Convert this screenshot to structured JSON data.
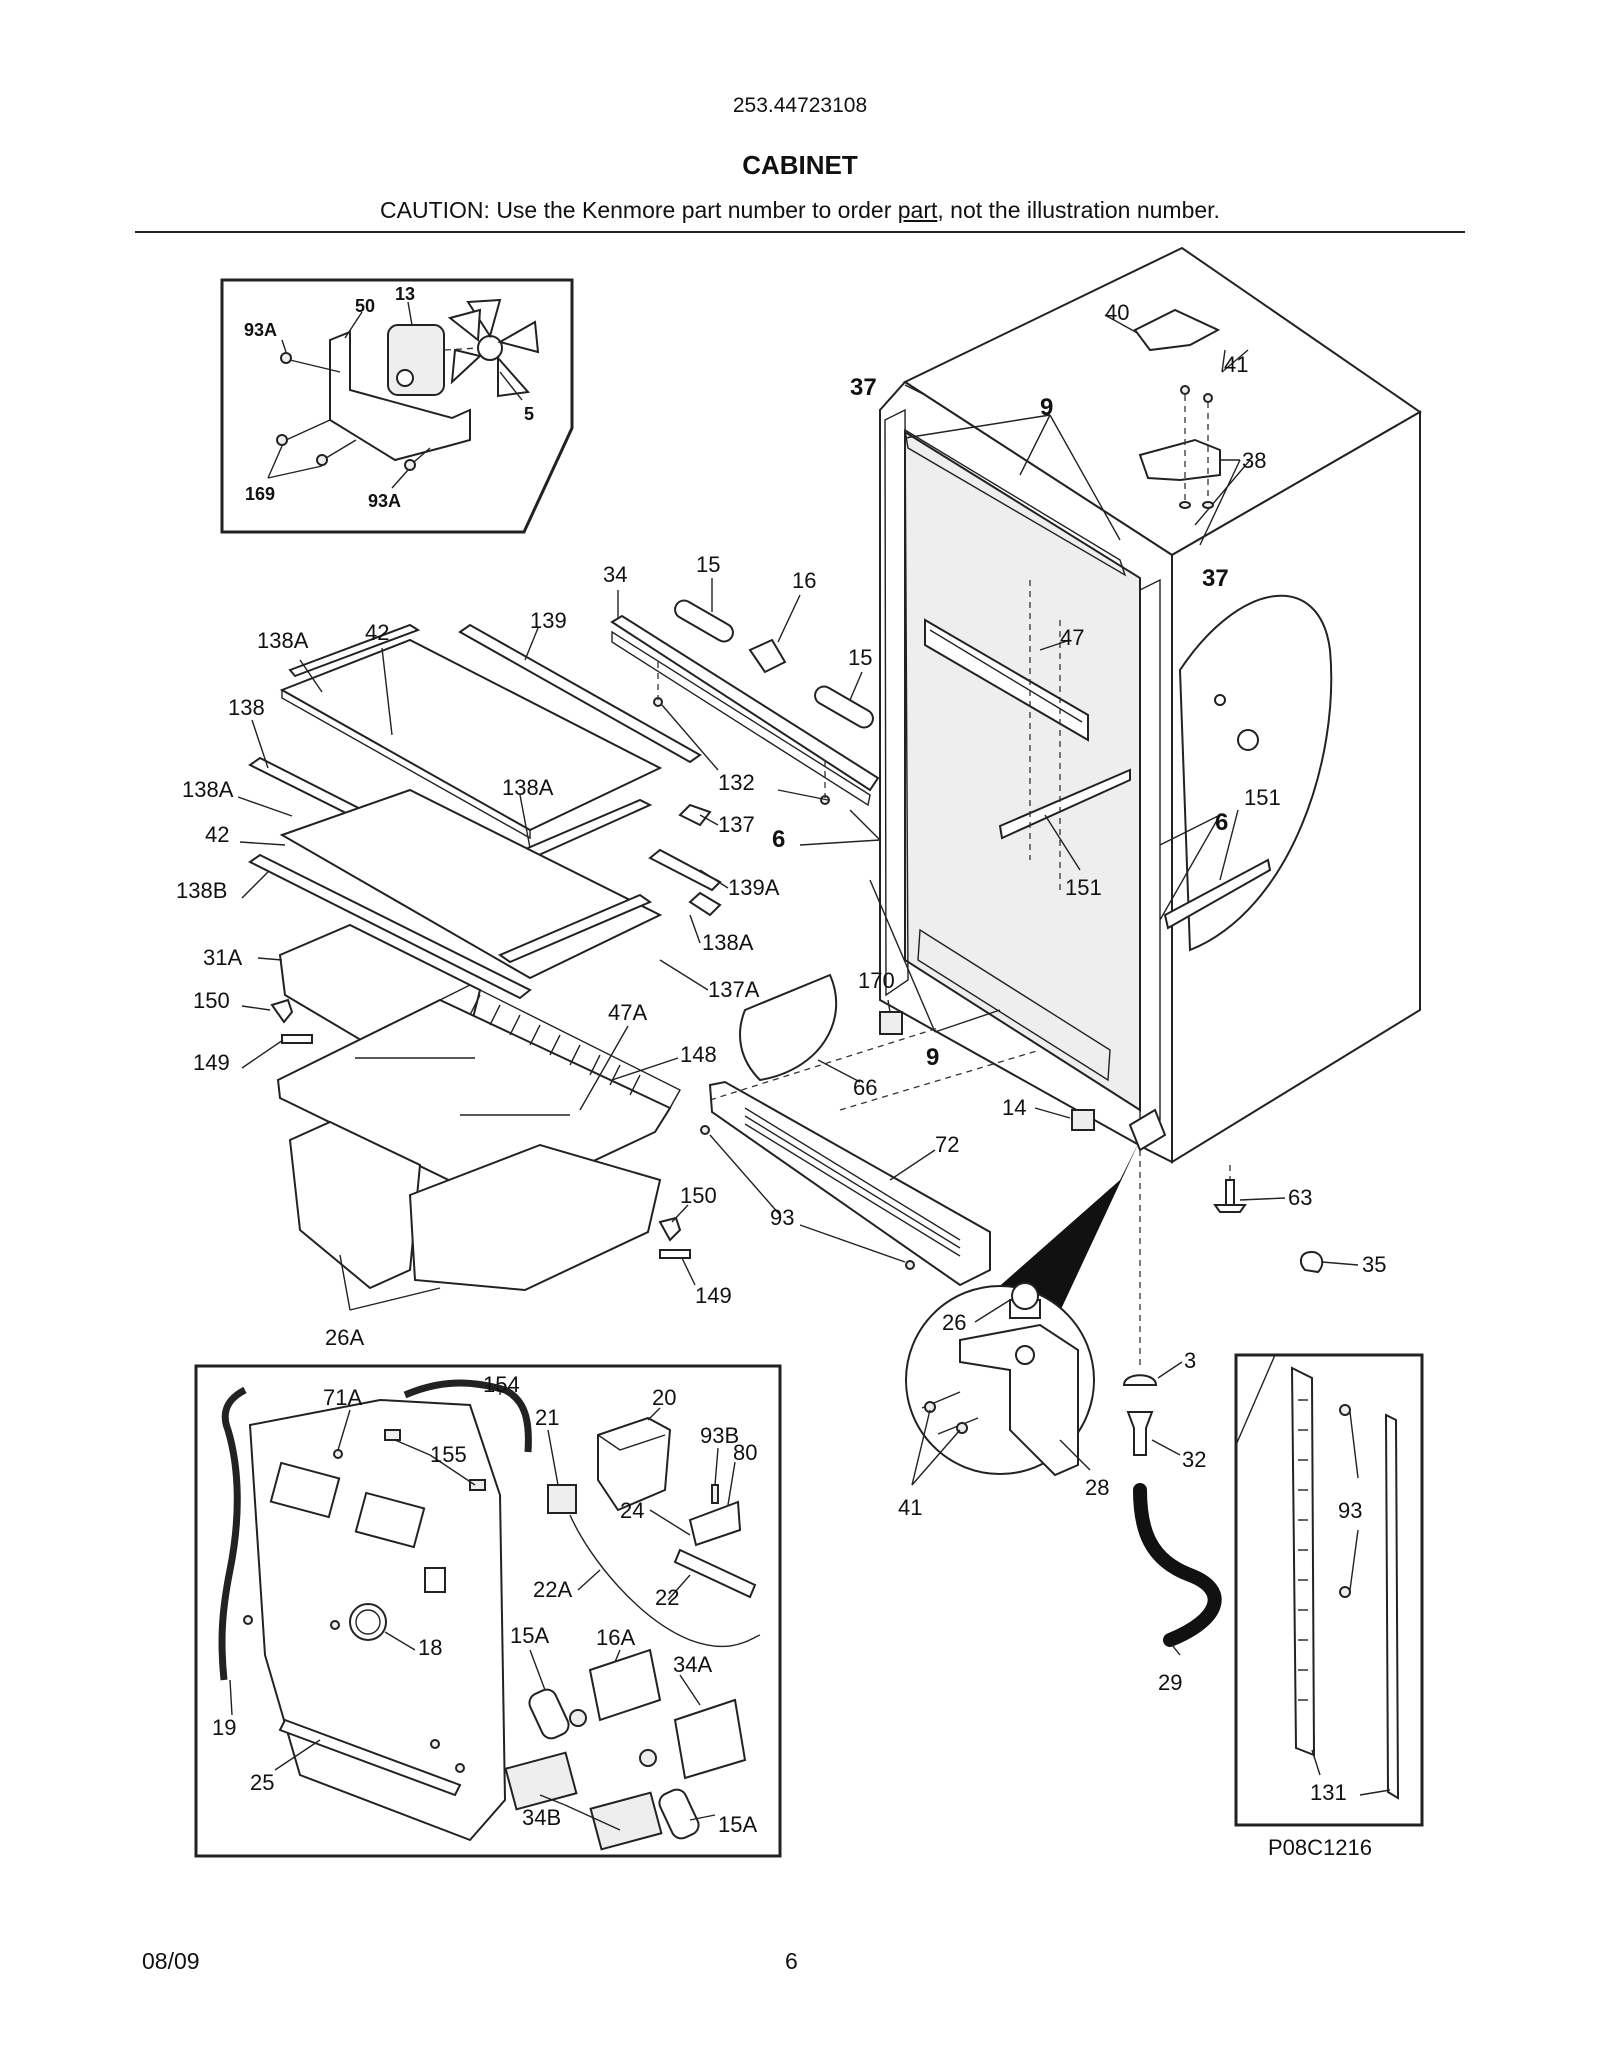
{
  "header": {
    "model_number": "253.44723108",
    "section_title": "CABINET",
    "caution_prefix": "CAUTION: Use the Kenmore part number to order ",
    "caution_underlined": "part",
    "caution_suffix": ", not the illustration number."
  },
  "footer": {
    "date": "08/09",
    "page_number": "6"
  },
  "figure_code": "P08C1216",
  "callouts": {
    "fan": [
      "50",
      "13",
      "93A",
      "5",
      "169",
      "93A"
    ],
    "cabinet": [
      "40",
      "41",
      "37",
      "9",
      "38",
      "37",
      "47",
      "151",
      "6",
      "151",
      "6",
      "9",
      "14",
      "63",
      "35"
    ],
    "shelves": [
      "138A",
      "42",
      "139",
      "138",
      "138A",
      "138A",
      "42",
      "138B",
      "137",
      "139A",
      "138A",
      "137A",
      "31A",
      "150",
      "149",
      "47A",
      "148",
      "26A",
      "150",
      "149"
    ],
    "center": [
      "34",
      "15",
      "16",
      "15",
      "132",
      "170",
      "66",
      "72",
      "93"
    ],
    "hinge": [
      "26",
      "3",
      "32",
      "41",
      "28",
      "29"
    ],
    "rail": [
      "93",
      "131"
    ],
    "control_panel": [
      "71A",
      "154",
      "21",
      "20",
      "93B",
      "155",
      "80",
      "24",
      "22A",
      "22",
      "18",
      "15A",
      "16A",
      "34A",
      "19",
      "25",
      "34B",
      "15A"
    ]
  }
}
